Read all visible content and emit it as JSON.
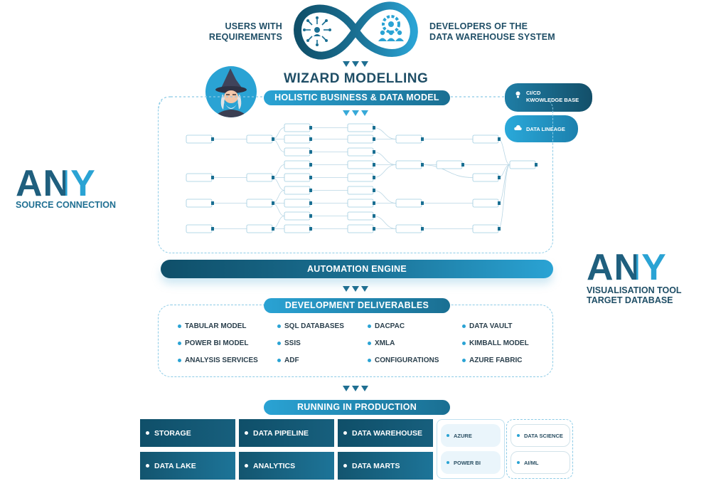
{
  "top": {
    "users_line1": "USERS WITH",
    "users_line2": "REQUIREMENTS",
    "devs_line1": "DEVELOPERS OF THE",
    "devs_line2": "DATA WAREHOUSE SYSTEM"
  },
  "wizard": {
    "title": "WIZARD MODELLING",
    "model_pill": "HOLISTIC BUSINESS & DATA MODEL"
  },
  "side_right": {
    "cicd_line1": "CI/CD",
    "cicd_line2": "KWOWLEDGE BASE",
    "lineage": "DATA LINEAGE"
  },
  "any_source": {
    "word": "ANY",
    "sub": "SOURCE CONNECTION"
  },
  "any_target": {
    "word": "ANY",
    "sub_line1": "VISUALISATION TOOL",
    "sub_line2": "TARGET DATABASE"
  },
  "engine": {
    "label": "AUTOMATION ENGINE"
  },
  "deliverables": {
    "title": "DEVELOPMENT DELIVERABLES",
    "col1": [
      "TABULAR MODEL",
      "POWER BI MODEL",
      "ANALYSIS SERVICES"
    ],
    "col2": [
      "SQL DATABASES",
      "SSIS",
      "ADF"
    ],
    "col3": [
      "DACPAC",
      "XMLA",
      "CONFIGURATIONS"
    ],
    "col4": [
      "DATA VAULT",
      "KIMBALL MODEL",
      "AZURE FABRIC"
    ]
  },
  "production": {
    "title": "RUNNING IN PRODUCTION",
    "row1": [
      "STORAGE",
      "DATA PIPELINE",
      "DATA WAREHOUSE"
    ],
    "row2": [
      "DATA LAKE",
      "ANALYTICS",
      "DATA MARTS"
    ],
    "cloud": [
      "AZURE",
      "POWER BI"
    ],
    "extra": [
      "DATA SCIENCE",
      "AI/ML"
    ]
  },
  "colors": {
    "dark_teal": "#0f4f69",
    "mid_teal": "#1a6f92",
    "accent_blue": "#2aa3d4",
    "text_dark": "#1f4e66"
  }
}
